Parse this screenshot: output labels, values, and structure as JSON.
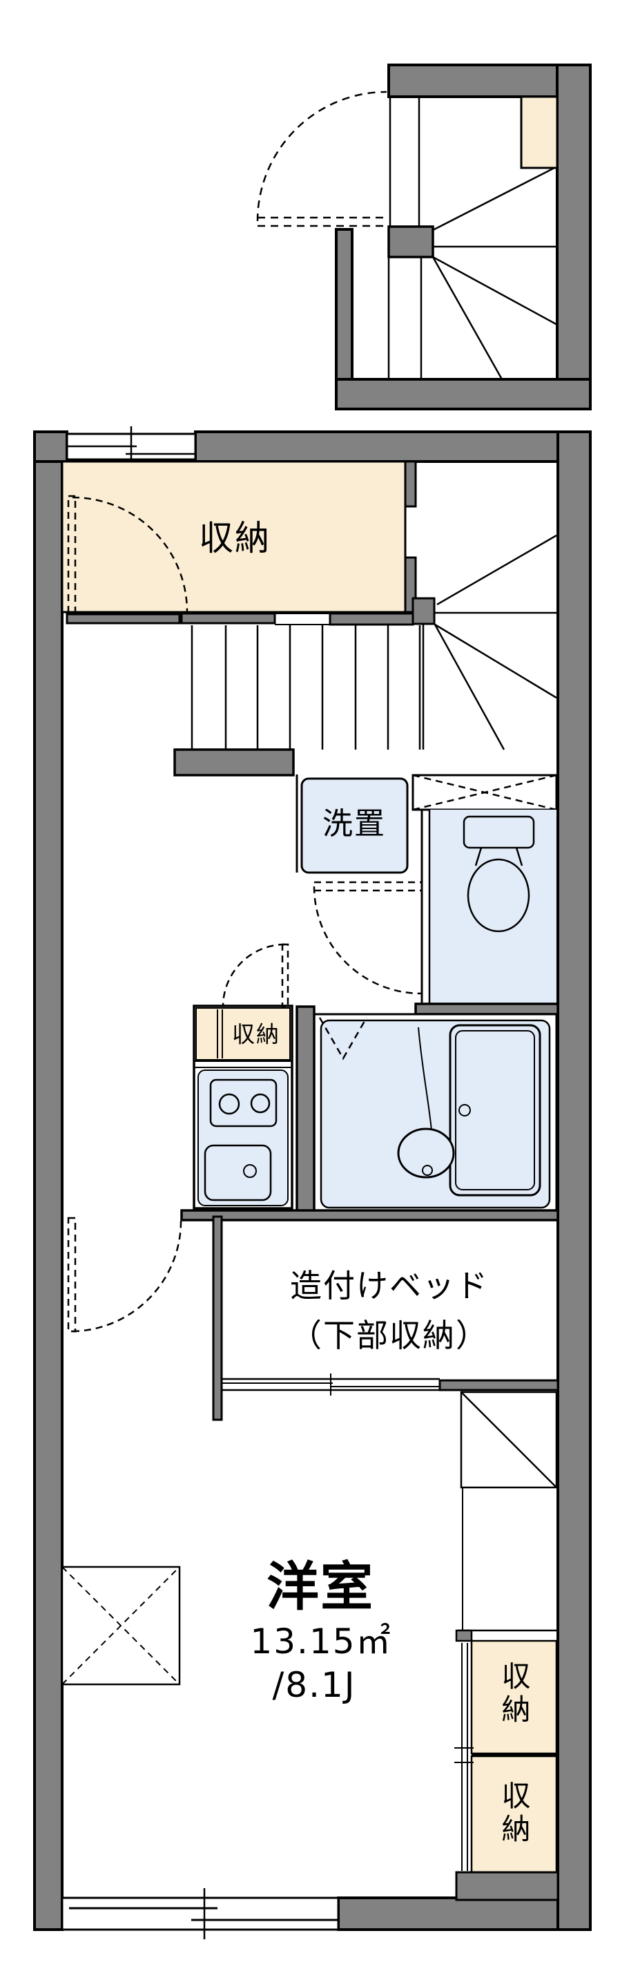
{
  "title": "apartment-floorplan",
  "colors": {
    "wall_gray": "#828282",
    "closet_cream": "#FAEDD3",
    "wet_area_blue": "#E2EBF8",
    "line_black": "#000000",
    "background": "#FFFFFF"
  },
  "labels": {
    "upper_closet": "収納",
    "laundry": "洗置",
    "kitchen_storage": "収納",
    "built_in_bed_line1": "造付けベッド",
    "built_in_bed_line2": "（下部収納）",
    "room_name": "洋室",
    "room_area_m2": "13.15㎡",
    "room_area_jo": "/8.1J",
    "closet_upper": "収納",
    "closet_lower": "収納"
  }
}
